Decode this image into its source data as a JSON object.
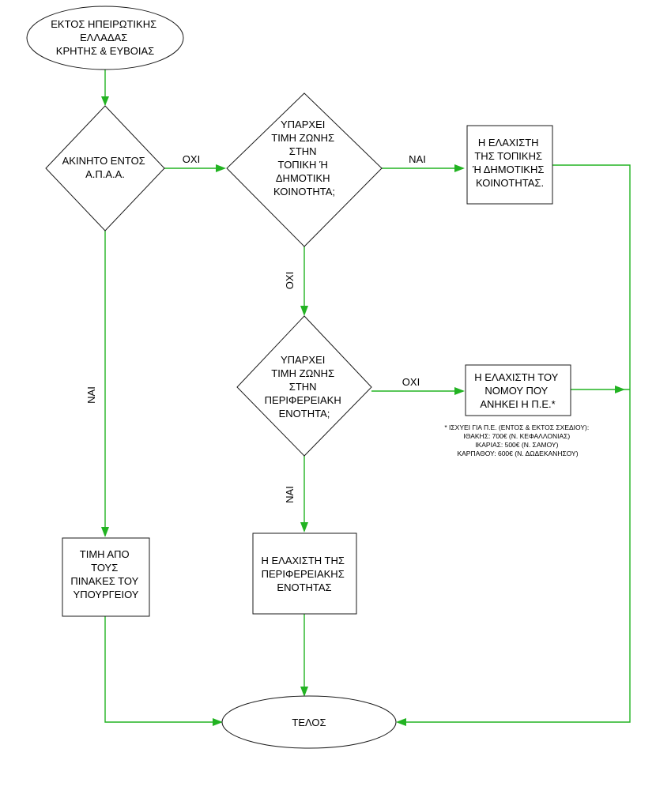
{
  "nodes": {
    "start": {
      "lines": [
        "ΕΚΤΟΣ ΗΠΕΙΡΩΤΙΚΗΣ",
        "ΕΛΛΑΔΑΣ",
        "ΚΡΗΤΗΣ & ΕΥΒΟΙΑΣ"
      ]
    },
    "decision_apaa": {
      "lines": [
        "ΑΚΙΝΗΤΟ ΕΝΤΟΣ",
        "Α.Π.Α.Α."
      ]
    },
    "decision_local_zone": {
      "lines": [
        "ΥΠΑΡΧΕΙ",
        "ΤΙΜΗ ΖΩΝΗΣ",
        "ΣΤΗΝ",
        "ΤΟΠΙΚΗ Ή",
        "ΔΗΜΟΤΙΚΗ",
        "ΚΟΙΝΟΤΗΤΑ;"
      ]
    },
    "box_local_min": {
      "lines": [
        "Η ΕΛΑΧΙΣΤΗ",
        "ΤΗΣ ΤΟΠΙΚΗΣ",
        "Ή ΔΗΜΟΤΙΚΗΣ",
        "ΚΟΙΝΟΤΗΤΑΣ."
      ]
    },
    "decision_regional_zone": {
      "lines": [
        "ΥΠΑΡΧΕΙ",
        "ΤΙΜΗ ΖΩΝΗΣ",
        "ΣΤΗΝ",
        "ΠΕΡΙΦΕΡΕΙΑΚΗ",
        "ΕΝΟΤΗΤΑ;"
      ]
    },
    "box_prefecture_min": {
      "lines": [
        "Η ΕΛΑΧΙΣΤΗ ΤΟΥ",
        "ΝΟΜΟΥ ΠΟΥ",
        "ΑΝΗΚΕΙ Η Π.Ε.*"
      ]
    },
    "box_ministry_tables": {
      "lines": [
        "ΤΙΜΗ ΑΠΟ",
        "ΤΟΥΣ",
        "ΠΙΝΑΚΕΣ ΤΟΥ",
        "ΥΠΟΥΡΓΕΙΟΥ"
      ]
    },
    "box_regional_min": {
      "lines": [
        "Η ΕΛΑΧΙΣΤΗ ΤΗΣ",
        "ΠΕΡΙΦΕΡΕΙΑΚΗΣ",
        "ΕΝΟΤΗΤΑΣ"
      ]
    },
    "end": {
      "lines": [
        "ΤΕΛΟΣ"
      ]
    }
  },
  "edge_labels": {
    "apaa_no": "ΟΧΙ",
    "apaa_yes": "ΝΑΙ",
    "local_yes": "ΝΑΙ",
    "local_no": "ΟΧΙ",
    "regional_no": "ΟΧΙ",
    "regional_yes": "ΝΑΙ"
  },
  "footnote": {
    "lines": [
      "* ΙΣΧΥΕΙ ΓΙΑ Π.Ε. (ΕΝΤΟΣ & ΕΚΤΟΣ ΣΧΕΔΙΟΥ):",
      "ΙΘΑΚΗΣ: 700€ (Ν. ΚΕΦΑΛΛΟΝΙΑΣ)",
      "ΙΚΑΡΙΑΣ: 500€ (Ν. ΣΑΜΟΥ)",
      "ΚΑΡΠΑΘΟΥ: 600€ (Ν. ΔΩΔΕΚΑΝΗΣΟΥ)"
    ]
  },
  "colors": {
    "connector": "#22b322",
    "outline": "#1a1a1a"
  }
}
